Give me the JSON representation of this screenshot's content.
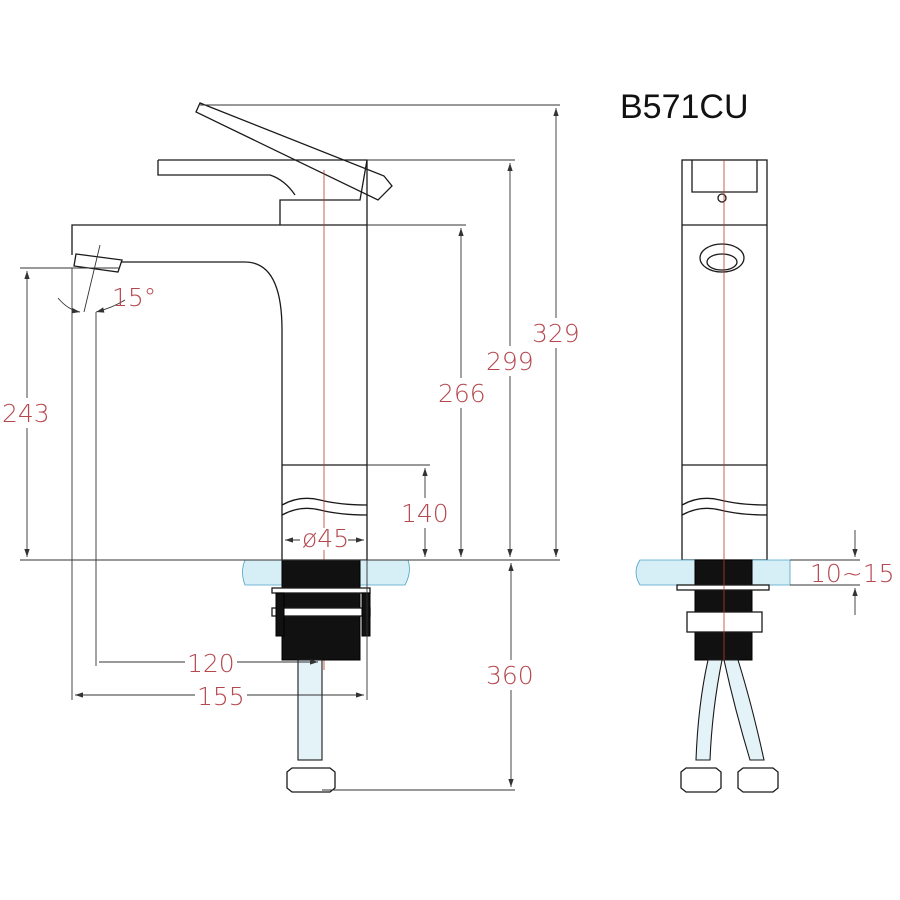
{
  "title": "B571CU",
  "dimensions": {
    "total_height": "329",
    "handle_height": "299",
    "body_height": "266",
    "spout_height": "243",
    "base_height": "140",
    "base_diameter": "ø45",
    "spout_reach_inner": "120",
    "spout_reach_total": "155",
    "hose_length": "360",
    "counter_thickness": "10~15",
    "spout_angle": "15°"
  },
  "colors": {
    "dimension_text": "#b5484f",
    "countertop": "#d6eef6",
    "line": "#1a1a1a"
  }
}
